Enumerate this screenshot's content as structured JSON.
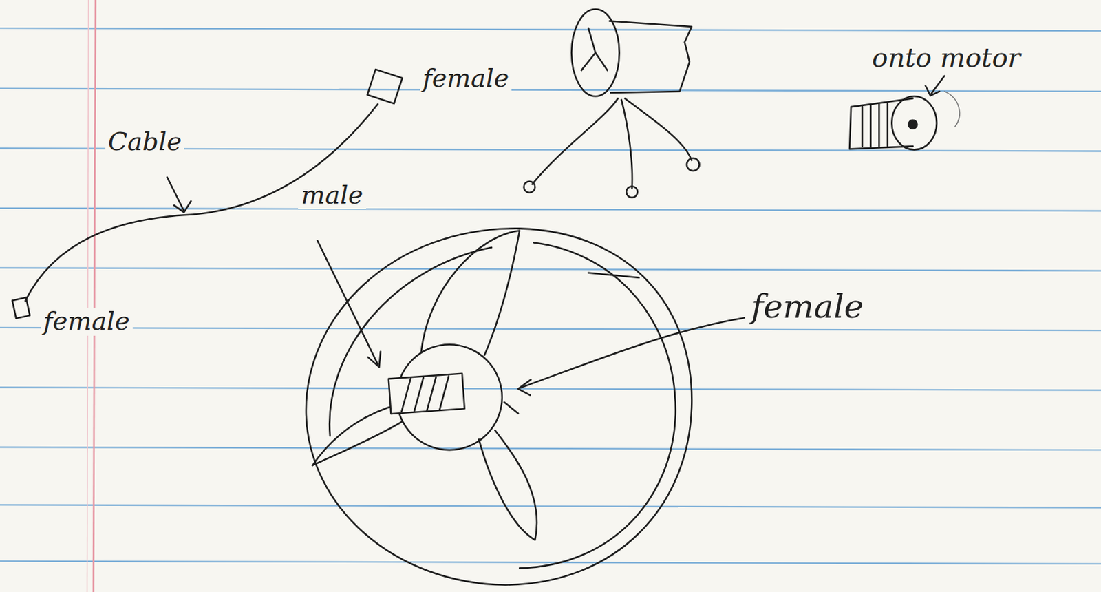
{
  "diagram": {
    "labels": [
      "female",
      "onto motor",
      "Cable",
      "male",
      "female",
      "female"
    ]
  }
}
